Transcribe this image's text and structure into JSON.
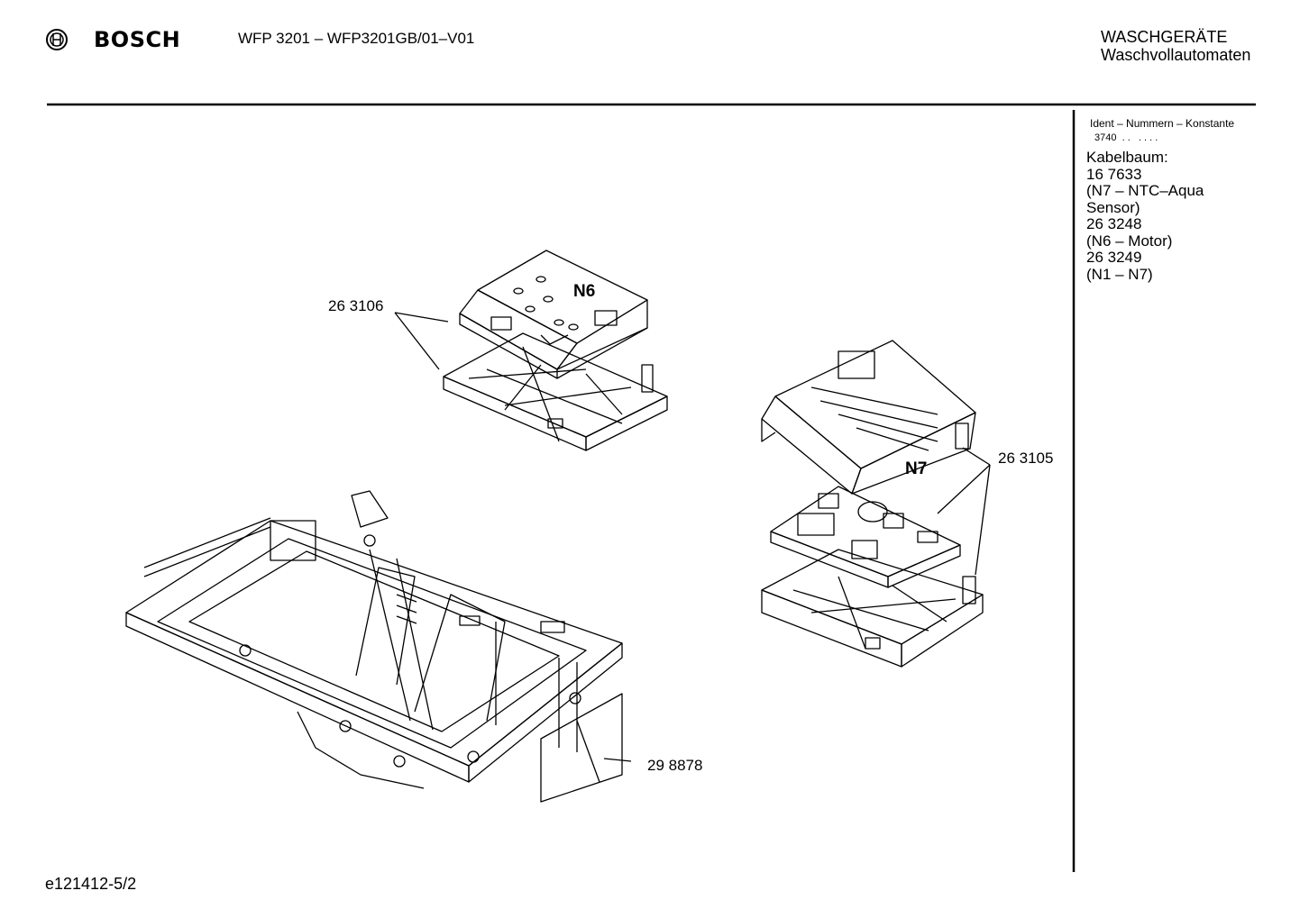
{
  "header": {
    "brand": "BOSCH",
    "model": "WFP 3201 – WFP3201GB/01–V01",
    "category_line1": "WASCHGERÄTE",
    "category_line2": "Waschvollautomaten"
  },
  "sidebar": {
    "ident_heading": "Ident – Nummern – Konstante",
    "ident_value": "3740  . .   . . . .",
    "lines": [
      "Kabelbaum:",
      "16 7633",
      "(N7 – NTC–Aqua",
      "Sensor)",
      "26 3248",
      "(N6 – Motor)",
      "26 3249",
      "(N1 – N7)"
    ]
  },
  "diagram": {
    "part_labels": {
      "n6_assembly": "26 3106",
      "n7_assembly": "26 3105",
      "frame": "29 8878"
    },
    "module_marks": {
      "n6": "N6",
      "n7": "N7"
    }
  },
  "footer": {
    "code": "e121412-5/2"
  }
}
